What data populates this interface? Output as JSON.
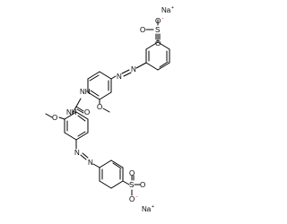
{
  "colors": {
    "bond": "#000000",
    "oxygen": "#ff0000",
    "nitrogen": "#0000ff",
    "sulfur": "#b8860b",
    "carbon_label": "#000000",
    "background": "#ffffff"
  },
  "labels": {
    "na_top": "Na",
    "na_top_charge": "+",
    "so3_top_o_minus": "O",
    "so3_top_minus": "−",
    "so3_top_s": "S",
    "so3_top_o_left": "O",
    "so3_top_o_down": "O",
    "azo_top_n1": "N",
    "azo_top_n2": "N",
    "nh_upper": "NH",
    "o_methoxy_upper": "O",
    "o_carbonyl": "O",
    "nh_lower": "NH",
    "o_methoxy_lower": "O",
    "azo_bottom_n1": "N",
    "azo_bottom_n2": "N",
    "so3_bottom_s": "S",
    "so3_bottom_o_right": "O",
    "so3_bottom_o_up": "O",
    "so3_bottom_o_minus": "O",
    "so3_bottom_minus": "−",
    "na_bottom": "Na",
    "na_bottom_charge": "+"
  }
}
